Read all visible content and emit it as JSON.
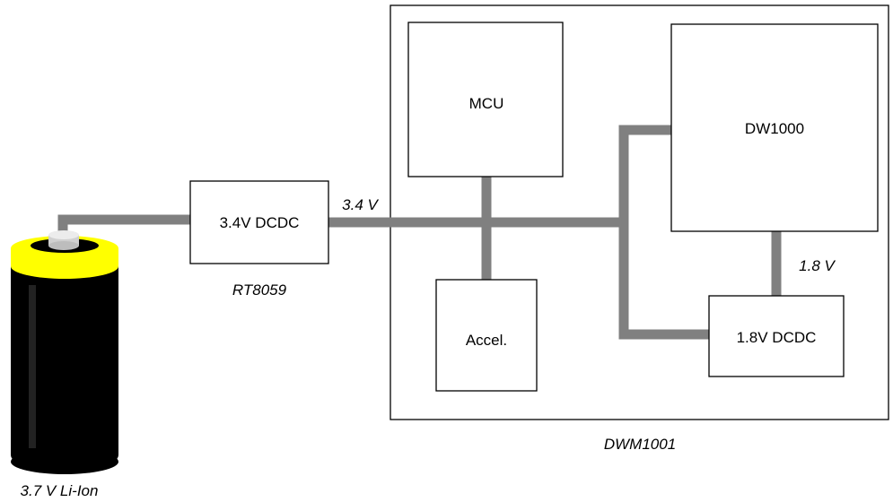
{
  "blocks": {
    "dcdc_main": "3.4V DCDC",
    "mcu": "MCU",
    "accel": "Accel.",
    "dw1000": "DW1000",
    "dcdc_18": "1.8V DCDC"
  },
  "labels": {
    "dcdc_main_part": "RT8059",
    "rail_34": "3.4 V",
    "rail_18": "1.8 V",
    "module": "DWM1001",
    "battery": "3.7 V Li-Ion"
  },
  "colors": {
    "wire": "#808080",
    "battery_cap": "#ffff00",
    "battery_body": "#000000",
    "battery_terminal": "#d0d0d0"
  }
}
